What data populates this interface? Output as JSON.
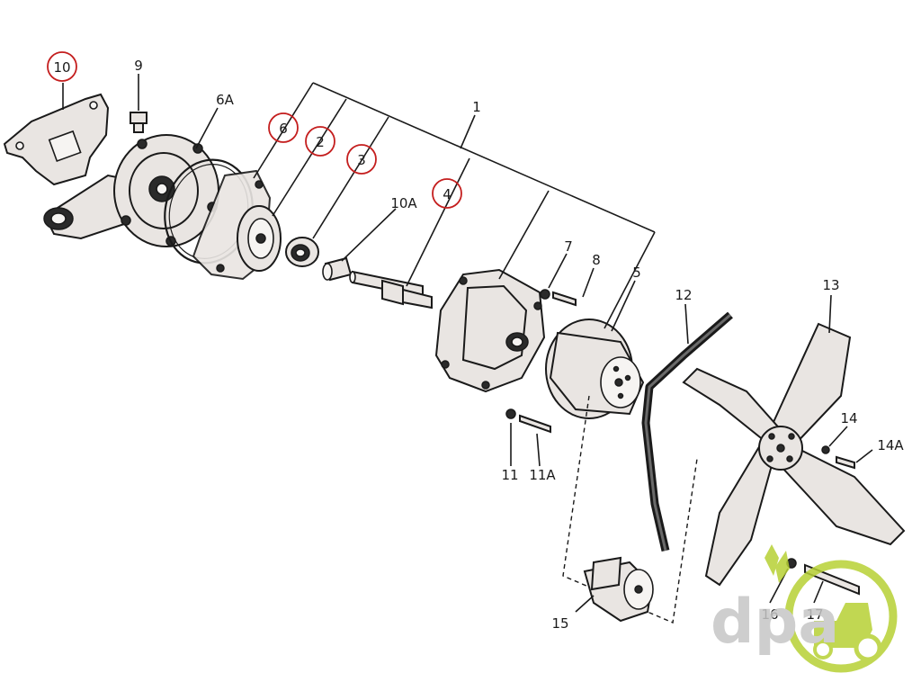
{
  "callouts": {
    "c1": "1",
    "c2": "2",
    "c3": "3",
    "c4": "4",
    "c5": "5",
    "c6": "6",
    "c6a": "6A",
    "c7": "7",
    "c8": "8",
    "c9": "9",
    "c10": "10",
    "c10a": "10A",
    "c11": "11",
    "c11a": "11A",
    "c12": "12",
    "c13": "13",
    "c14": "14",
    "c14a": "14A",
    "c15": "15",
    "c16": "16",
    "c17": "17"
  },
  "watermark": {
    "text": "dpa"
  },
  "colors": {
    "highlight_ring": "#c41e1e",
    "watermark_green": "#b7d135",
    "watermark_gray": "#c6c6c6",
    "ink": "#1a1a1a"
  }
}
